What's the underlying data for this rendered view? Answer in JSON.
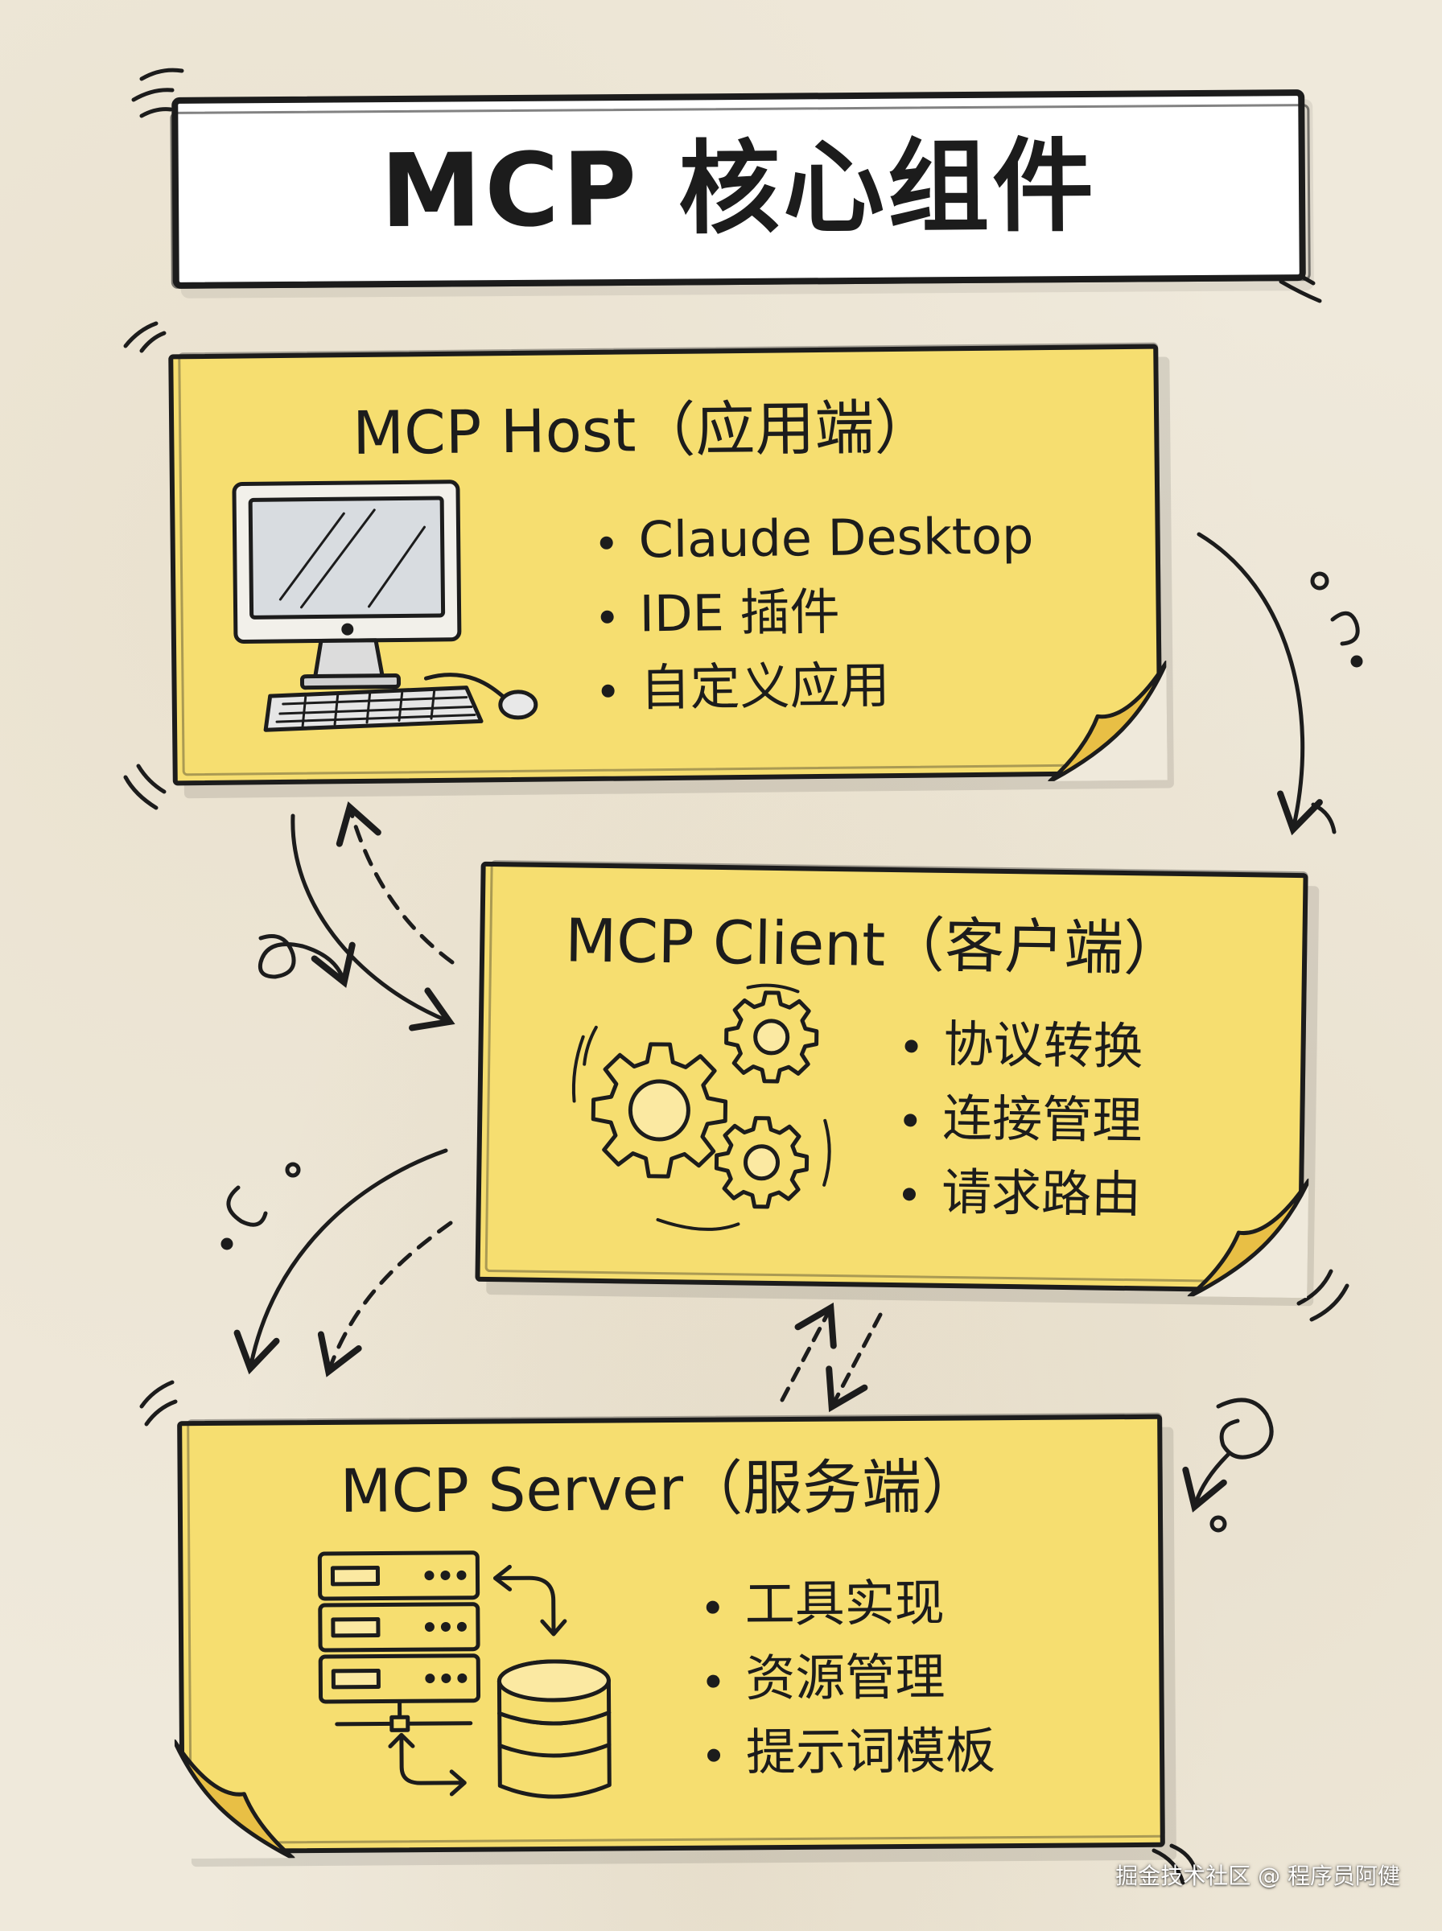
{
  "title": "MCP 核心组件",
  "host": {
    "title": "MCP Host（应用端）",
    "items": [
      "Claude Desktop",
      "IDE 插件",
      "自定义应用"
    ],
    "icon": "desktop-computer-icon"
  },
  "client": {
    "title": "MCP Client（客户端）",
    "items": [
      "协议转换",
      "连接管理",
      "请求路由"
    ],
    "icon": "gears-icon"
  },
  "server": {
    "title": "MCP Server（服务端）",
    "items": [
      "工具实现",
      "资源管理",
      "提示词模板"
    ],
    "icon": "server-database-icon"
  },
  "watermark": "掘金技术社区 @ 程序员阿健",
  "colors": {
    "paper": "#efe9db",
    "sticky_note": "#f6de70",
    "sticky_fold": "#e8bf45",
    "ink": "#1c1c1c"
  }
}
